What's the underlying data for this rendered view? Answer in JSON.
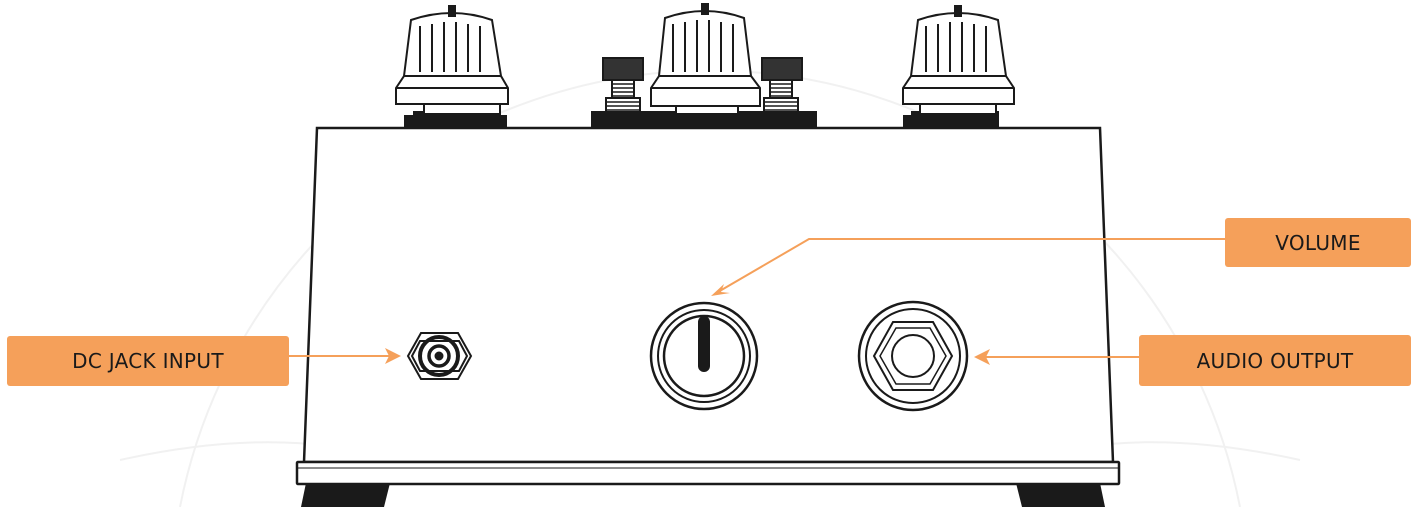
{
  "labels": {
    "dc_jack_input": "DC JACK INPUT",
    "volume": "VOLUME",
    "audio_output": "AUDIO OUTPUT"
  },
  "colors": {
    "accent": "#f5a05a",
    "stroke": "#1a1a1a",
    "background": "#ffffff"
  },
  "icons": [
    "top-knob-icon",
    "toggle-switch-icon",
    "dc-jack-icon",
    "volume-knob-icon",
    "audio-jack-icon"
  ]
}
